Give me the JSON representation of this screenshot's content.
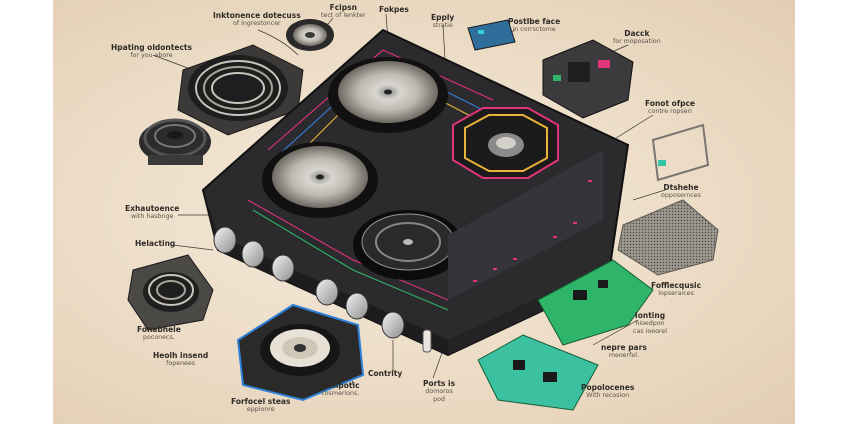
{
  "labels": [
    {
      "title": "Inktonence dotecuss",
      "sub": "of ingrestoncer"
    },
    {
      "title": "Fcipsn",
      "sub": "tect of lenkter"
    },
    {
      "title": "Fokpes",
      "sub": ""
    },
    {
      "title": "Epply",
      "sub": "stratie"
    },
    {
      "title": "Postlbe face",
      "sub": "in corrsctome"
    },
    {
      "title": "Dacck",
      "sub": "for moposation"
    },
    {
      "title": "Hpating oldontects",
      "sub": "for you abore"
    },
    {
      "title": "Fonot ofpce",
      "sub": "contre ropseri"
    },
    {
      "title": "Dtshehe",
      "sub": "opposernces"
    },
    {
      "title": "Exhautoence",
      "sub": "with hasbnge"
    },
    {
      "title": "Helacting",
      "sub": ""
    },
    {
      "title": "Fofflecqusic",
      "sub": "lopseraices"
    },
    {
      "title": "Ionting",
      "sub": "hioedpon\ncas ioeorel"
    },
    {
      "title": "Fonabhele",
      "sub": "poconecs."
    },
    {
      "title": "Heolh insend",
      "sub": "fopenees"
    },
    {
      "title": "nepre pars",
      "sub": "meoerfel."
    },
    {
      "title": "Contrity",
      "sub": ""
    },
    {
      "title": "compotic",
      "sub": "cosmerions."
    },
    {
      "title": "Ports is",
      "sub": "domoros\npod"
    },
    {
      "title": "Forfocel steas",
      "sub": "eppionre"
    },
    {
      "title": "Popolocenes",
      "sub": "With recosion"
    }
  ],
  "panel_display": "",
  "colors": {
    "background": "#ecdcc6",
    "body": "#2b2b2d",
    "accent_pink": "#e0337a",
    "accent_green": "#2fb56a",
    "accent_teal": "#35d1d0"
  }
}
